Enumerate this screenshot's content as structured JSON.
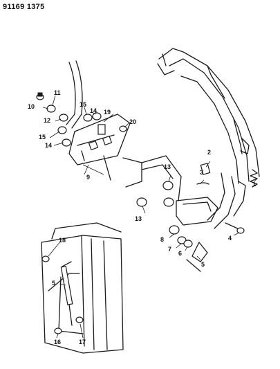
{
  "document_number": "91169 1375",
  "callouts": [
    "1",
    "2",
    "3",
    "4",
    "5",
    "6",
    "7",
    "8",
    "9",
    "10",
    "11",
    "12",
    "13",
    "14",
    "15",
    "16",
    "17",
    "18",
    "19",
    "20"
  ]
}
